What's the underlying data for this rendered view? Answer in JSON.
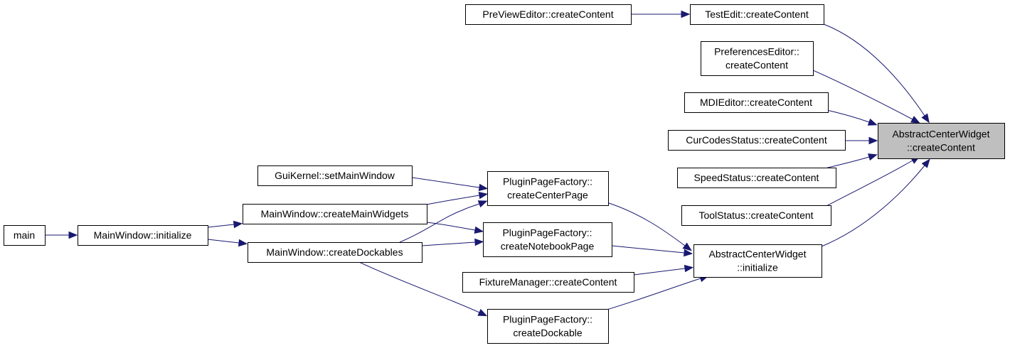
{
  "diagram": {
    "colors": {
      "edge": "#191970",
      "node_fill": "#ffffff",
      "root_fill": "#bfbfbf",
      "border": "#000000"
    },
    "nodes": [
      {
        "id": "acw_create",
        "lines": [
          "AbstractCenterWidget",
          "::createContent"
        ],
        "root": true
      },
      {
        "id": "testedit",
        "lines": [
          "TestEdit::createContent"
        ]
      },
      {
        "id": "preview",
        "lines": [
          "PreViewEditor::createContent"
        ]
      },
      {
        "id": "prefs",
        "lines": [
          "PreferencesEditor::",
          "createContent"
        ]
      },
      {
        "id": "mdi",
        "lines": [
          "MDIEditor::createContent"
        ]
      },
      {
        "id": "curcodes",
        "lines": [
          "CurCodesStatus::createContent"
        ]
      },
      {
        "id": "speed",
        "lines": [
          "SpeedStatus::createContent"
        ]
      },
      {
        "id": "tool",
        "lines": [
          "ToolStatus::createContent"
        ]
      },
      {
        "id": "acw_init",
        "lines": [
          "AbstractCenterWidget",
          "::initialize"
        ]
      },
      {
        "id": "ppf_center",
        "lines": [
          "PluginPageFactory::",
          "createCenterPage"
        ]
      },
      {
        "id": "ppf_notebook",
        "lines": [
          "PluginPageFactory::",
          "createNotebookPage"
        ]
      },
      {
        "id": "fixture",
        "lines": [
          "FixtureManager::createContent"
        ]
      },
      {
        "id": "ppf_dockable",
        "lines": [
          "PluginPageFactory::",
          "createDockable"
        ]
      },
      {
        "id": "guikernel",
        "lines": [
          "GuiKernel::setMainWindow"
        ]
      },
      {
        "id": "mw_mainwidgets",
        "lines": [
          "MainWindow::createMainWidgets"
        ]
      },
      {
        "id": "mw_dockables",
        "lines": [
          "MainWindow::createDockables"
        ]
      },
      {
        "id": "mw_init",
        "lines": [
          "MainWindow::initialize"
        ]
      },
      {
        "id": "main",
        "lines": [
          "main"
        ]
      }
    ],
    "edges": [
      {
        "from": "preview",
        "to": "testedit"
      },
      {
        "from": "testedit",
        "to": "acw_create"
      },
      {
        "from": "prefs",
        "to": "acw_create"
      },
      {
        "from": "mdi",
        "to": "acw_create"
      },
      {
        "from": "curcodes",
        "to": "acw_create"
      },
      {
        "from": "speed",
        "to": "acw_create"
      },
      {
        "from": "tool",
        "to": "acw_create"
      },
      {
        "from": "acw_init",
        "to": "acw_create"
      },
      {
        "from": "ppf_center",
        "to": "acw_init"
      },
      {
        "from": "ppf_notebook",
        "to": "acw_init"
      },
      {
        "from": "fixture",
        "to": "acw_init"
      },
      {
        "from": "ppf_dockable",
        "to": "acw_init"
      },
      {
        "from": "guikernel",
        "to": "ppf_center"
      },
      {
        "from": "mw_mainwidgets",
        "to": "ppf_center"
      },
      {
        "from": "mw_dockables",
        "to": "ppf_center"
      },
      {
        "from": "mw_mainwidgets",
        "to": "ppf_notebook"
      },
      {
        "from": "mw_dockables",
        "to": "ppf_notebook"
      },
      {
        "from": "mw_dockables",
        "to": "ppf_dockable"
      },
      {
        "from": "mw_init",
        "to": "mw_mainwidgets"
      },
      {
        "from": "mw_init",
        "to": "mw_dockables"
      },
      {
        "from": "main",
        "to": "mw_init"
      }
    ]
  }
}
